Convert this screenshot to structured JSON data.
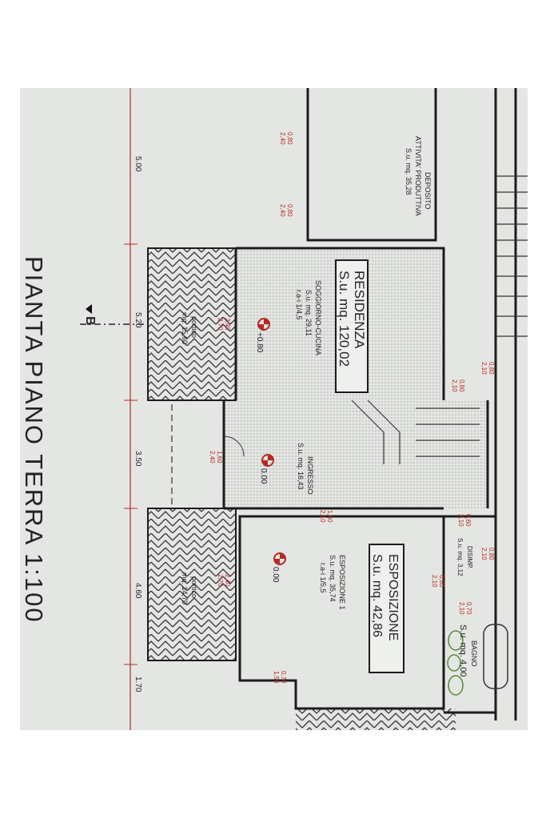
{
  "title": "PIANTA PIANO TERRA 1:100",
  "section_marker": "B",
  "dimensions": [
    "5.00",
    "5.20",
    "3.50",
    "4.60",
    "1.70"
  ],
  "zones": {
    "residenza": {
      "name": "RESIDENZA",
      "area": "S.u. mq. 120,02"
    },
    "esposizione": {
      "name": "ESPOSIZIONE",
      "area": "S.u. mq. 42,86"
    }
  },
  "rooms": {
    "deposito": {
      "name": "DEPOSITO",
      "use": "ATTIVITA' PRODUTTIVA",
      "area": "S.u. mq. 35,28"
    },
    "soggiorno": {
      "name": "SOGGIORNO-CUCINA",
      "area": "S.u. mq. 29,11",
      "ratio": "r.a-i 1/4,5"
    },
    "ingresso": {
      "name": "INGRESSO",
      "area": "S.u. mq. 16,43"
    },
    "esposizione1": {
      "name": "ESPOSIZIONE 1",
      "area": "S.u. mq. 35,74",
      "ratio": "r.a-i 1/5,5"
    },
    "disimp": {
      "name": "DISIMP.",
      "area": "S.u. mq. 3,12"
    },
    "bagno": {
      "name": "BAGNO",
      "area": "S.u. mq. 4,00"
    },
    "portico1": {
      "name": "portico",
      "area": "mq. 15,60"
    },
    "portico2": {
      "name": "portico",
      "area": "mq. 14,70"
    }
  },
  "elevations": [
    "+0.80",
    "0.00",
    "0.00"
  ],
  "openings": [
    {
      "w": "0,80",
      "h": "2,40"
    },
    {
      "w": "0,80",
      "h": "2,40"
    },
    {
      "w": "2,40",
      "h": "2,70"
    },
    {
      "w": "1,60",
      "h": "2,40"
    },
    {
      "w": "2,40",
      "h": "2,70"
    },
    {
      "w": "1,60",
      "h": "2,10"
    },
    {
      "w": "0,80",
      "h": "2,10"
    },
    {
      "w": "0,80",
      "h": "2,10"
    },
    {
      "w": "0,80",
      "h": "2,10"
    },
    {
      "w": "0,80",
      "h": "2,10"
    },
    {
      "w": "0,80",
      "h": "2,10"
    },
    {
      "w": "0,70",
      "h": "2,10"
    },
    {
      "w": "0,70",
      "h": "1,50"
    }
  ],
  "colors": {
    "paper": "#e4e6e3",
    "ink": "#1c1c1c",
    "red": "#b52a22",
    "green": "#5a8a3a"
  }
}
